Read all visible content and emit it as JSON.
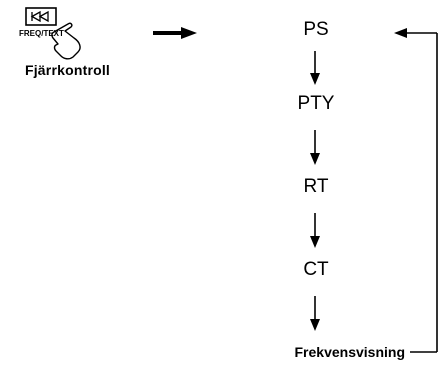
{
  "remote": {
    "button_text": "FREQ/TEXT",
    "label": "Fjärrkontroll",
    "icon": "skip-back-icon"
  },
  "modes": [
    "PS",
    "PTY",
    "RT",
    "CT"
  ],
  "footer": {
    "label": "Frekvensvisning"
  },
  "colors": {
    "ink": "#000000",
    "background": "#ffffff"
  }
}
